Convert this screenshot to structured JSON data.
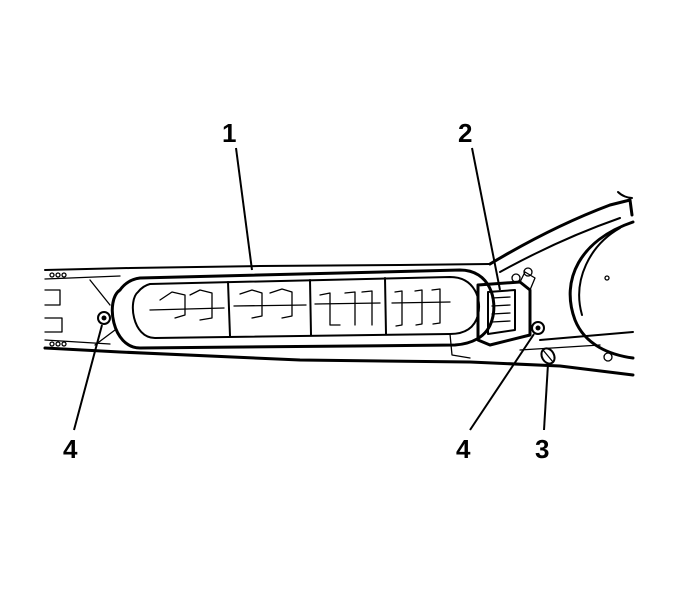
{
  "callouts": [
    {
      "id": "1",
      "label": "1"
    },
    {
      "id": "2",
      "label": "2"
    },
    {
      "id": "3",
      "label": "3"
    },
    {
      "id": "4a",
      "label": "4"
    },
    {
      "id": "4b",
      "label": "4"
    }
  ],
  "colors": {
    "line": "#000000",
    "background": "#ffffff"
  }
}
